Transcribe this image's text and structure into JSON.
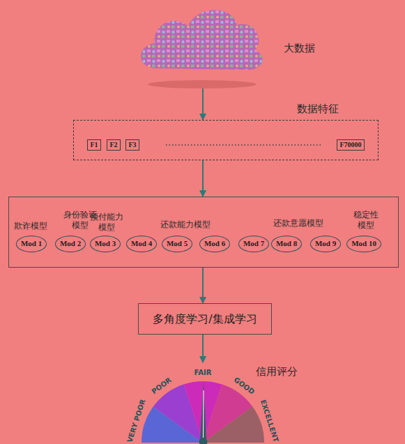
{
  "diagram": {
    "nodes": [
      {
        "text": [
          "大数据"
        ]
      },
      {
        "text": [
          "数据特征"
        ]
      },
      {
        "text": [
          "F1"
        ],
        "in": 1
      },
      {
        "text": [
          "F2"
        ],
        "in": 1
      },
      {
        "text": [
          "F3"
        ],
        "in": 1
      },
      {
        "text": [
          "F70000"
        ],
        "in": 1
      },
      {
        "text": [
          "欺诈模型",
          "身份验证模型",
          "预付能力模型",
          "还款能力模型",
          "还款意愿模型",
          "稳定性模型"
        ]
      },
      {
        "text": [
          "Mod 1"
        ],
        "in": 6
      },
      {
        "text": [
          "Mod 2"
        ],
        "in": 6
      },
      {
        "text": [
          "Mod 3"
        ],
        "in": 6
      },
      {
        "text": [
          "Mod 4"
        ],
        "in": 6
      },
      {
        "text": [
          "Mod 5"
        ],
        "in": 6
      },
      {
        "text": [
          "Mod 6"
        ],
        "in": 6
      },
      {
        "text": [
          "Mod 7"
        ],
        "in": 6
      },
      {
        "text": [
          "Mod 8"
        ],
        "in": 6
      },
      {
        "text": [
          "Mod 9"
        ],
        "in": 6
      },
      {
        "text": [
          "Mod 10"
        ],
        "in": 6
      },
      {
        "text": [
          "多角度学习/集成学习"
        ]
      },
      {
        "text": [
          "信用评分",
          "VERY POOR",
          "POOR",
          "FAIR",
          "GOOD",
          "EXCELLENT"
        ]
      }
    ],
    "edges": [
      {
        "from": 0,
        "to": 1,
        "arrow": "to"
      },
      {
        "from": 1,
        "to": 6,
        "arrow": "to"
      },
      {
        "from": 6,
        "to": 17,
        "arrow": "to"
      },
      {
        "from": 17,
        "to": 18,
        "arrow": "to"
      }
    ]
  }
}
